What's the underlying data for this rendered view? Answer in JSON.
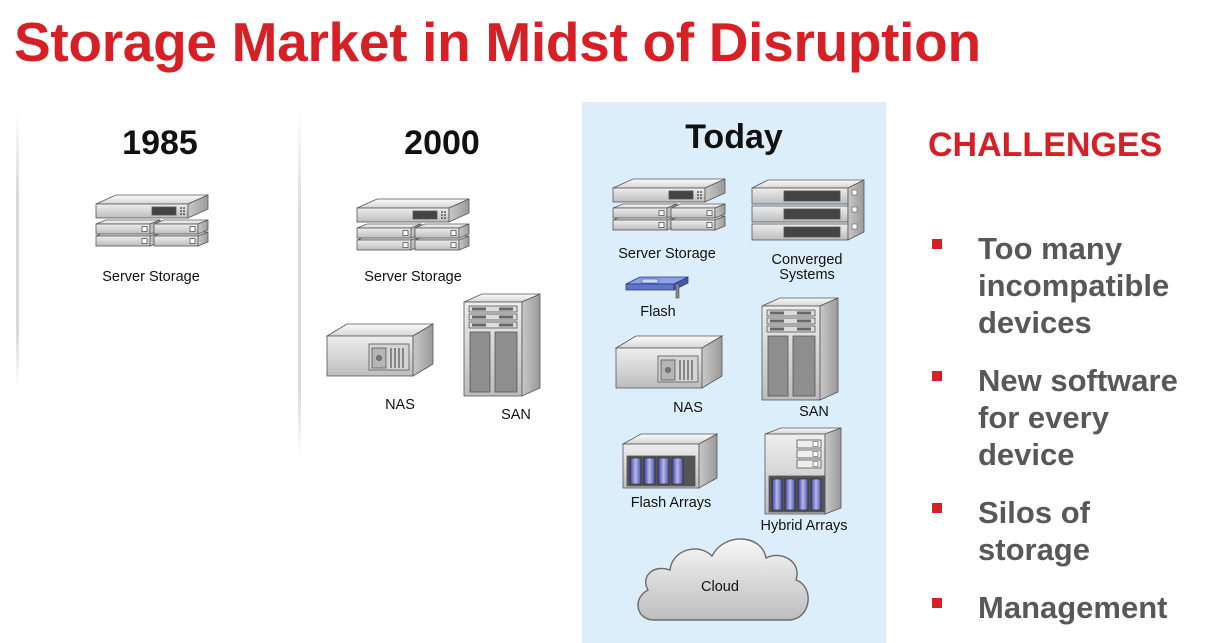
{
  "title": "Storage Market in Midst of Disruption",
  "eras": [
    {
      "year": "1985",
      "items": [
        "Server Storage"
      ]
    },
    {
      "year": "2000",
      "items": [
        "Server Storage",
        "NAS",
        "SAN"
      ]
    },
    {
      "year": "Today",
      "items": [
        "Server Storage",
        "Converged Systems",
        "Flash",
        "NAS",
        "SAN",
        "Flash Arrays",
        "Hybrid Arrays",
        "Cloud"
      ]
    }
  ],
  "today_labels": {
    "converged_line1": "Converged",
    "converged_line2": "Systems"
  },
  "challenges": {
    "heading": "CHALLENGES",
    "items": [
      {
        "lines": [
          "Too many",
          "incompatible",
          "devices"
        ]
      },
      {
        "lines": [
          "New software",
          "for every",
          "device"
        ]
      },
      {
        "lines": [
          "Silos of",
          "storage"
        ]
      },
      {
        "lines": [
          "Management"
        ]
      }
    ]
  },
  "colors": {
    "accent": "#d71f26",
    "panel": "#ddeefb",
    "bullet_text": "#585858"
  }
}
